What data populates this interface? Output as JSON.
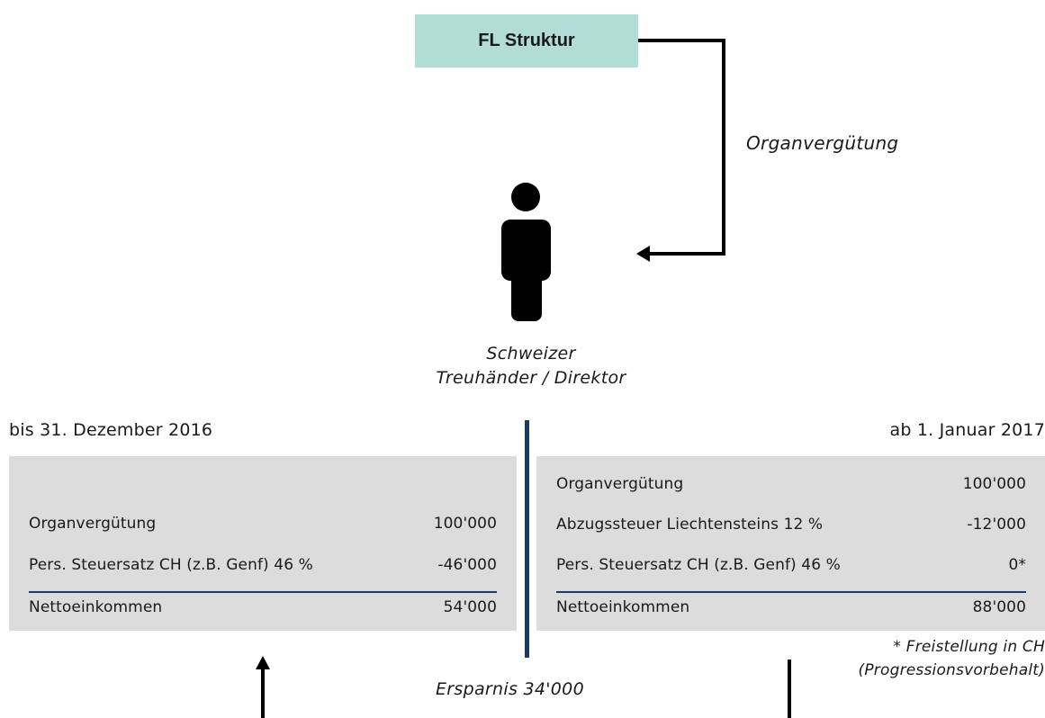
{
  "fl_box": {
    "label": "FL Struktur"
  },
  "arrow_label": "Organvergütung",
  "person": {
    "line1": "Schweizer",
    "line2": "Treuhänder / Direktor"
  },
  "left_panel": {
    "period": "bis 31. Dezember 2016",
    "rows": [
      {
        "label": "Organvergütung",
        "value": "100'000"
      },
      {
        "label": "Pers. Steuersatz CH (z.B. Genf) 46 %",
        "value": "-46'000"
      }
    ],
    "total": {
      "label": "Nettoeinkommen",
      "value": "54'000"
    }
  },
  "right_panel": {
    "period": "ab 1. Januar 2017",
    "rows": [
      {
        "label": "Organvergütung",
        "value": "100'000"
      },
      {
        "label": "Abzugssteuer Liechtensteins 12 %",
        "value": "-12'000"
      },
      {
        "label": "Pers. Steuersatz CH (z.B. Genf) 46 %",
        "value": "0*"
      }
    ],
    "total": {
      "label": "Nettoeinkommen",
      "value": "88'000"
    }
  },
  "footnote": {
    "line1": "* Freistellung in CH",
    "line2": "(Progressionsvorbehalt)"
  },
  "savings": "Ersparnis 34'000",
  "colors": {
    "box_fill": "#b2ddd7",
    "panel_fill": "#dcdcdc",
    "divider": "#1b3a6b"
  }
}
